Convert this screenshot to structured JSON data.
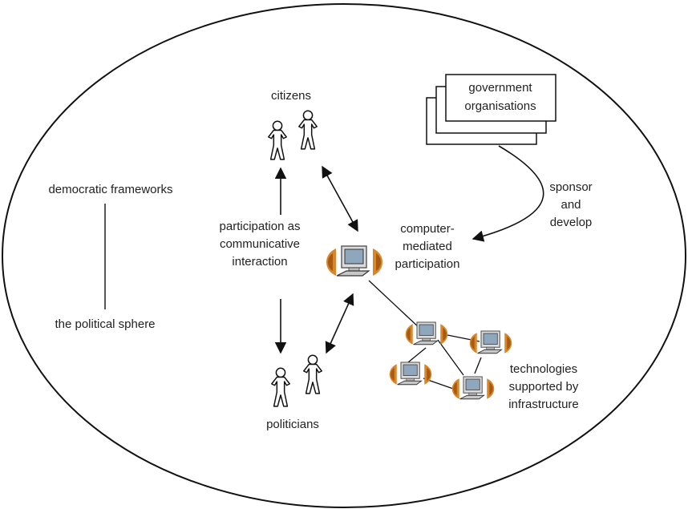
{
  "labels": {
    "citizens": "citizens",
    "government_line1": "government",
    "government_line2": "organisations",
    "sponsor": "sponsor",
    "and": "and",
    "develop": "develop",
    "democratic_frameworks": "democratic frameworks",
    "political_sphere": "the political sphere",
    "participation_line1": "participation as",
    "participation_line2": "communicative",
    "participation_line3": "interaction",
    "computer_line1": "computer-",
    "computer_line2": "mediated",
    "computer_line3": "participation",
    "politicians": "politicians",
    "tech_line1": "technologies",
    "tech_line2": "supported by",
    "tech_line3": "infrastructure"
  },
  "colors": {
    "line": "#111111",
    "text": "#222222",
    "halo": "#d9862a",
    "monitor_frame": "#9a9a9a",
    "screen": "#8fa7bd"
  },
  "icons": {
    "person": "person-icon",
    "computer": "computer-icon"
  }
}
